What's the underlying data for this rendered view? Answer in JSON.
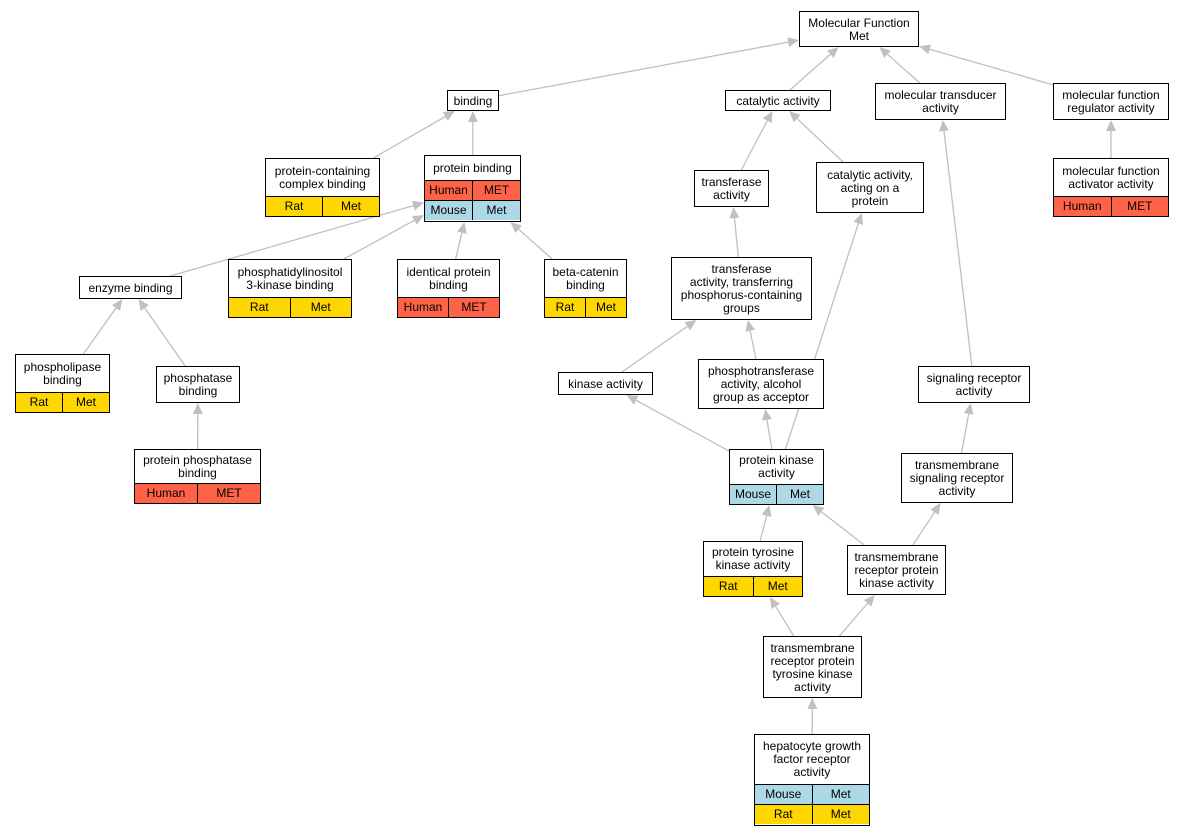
{
  "colors": {
    "edge": "#c0c0c0",
    "human": "#ff6347",
    "mouse": "#add8e6",
    "rat": "#ffd700",
    "border": "#000000"
  },
  "nodes": {
    "mf": {
      "label": "Molecular Function\nMet"
    },
    "binding": {
      "label": "binding"
    },
    "catalytic": {
      "label": "catalytic activity"
    },
    "transducer": {
      "label": "molecular transducer\nactivity"
    },
    "regulator": {
      "label": "molecular function\nregulator activity"
    },
    "complex": {
      "label": "protein-containing\ncomplex binding",
      "rows": [
        [
          {
            "text": "Rat",
            "color": "rat"
          },
          {
            "text": "Met",
            "color": "rat"
          }
        ]
      ]
    },
    "protein_binding": {
      "label": "protein binding",
      "rows": [
        [
          {
            "text": "Human",
            "color": "human"
          },
          {
            "text": "MET",
            "color": "human"
          }
        ],
        [
          {
            "text": "Mouse",
            "color": "mouse"
          },
          {
            "text": "Met",
            "color": "mouse"
          }
        ]
      ]
    },
    "transferase": {
      "label": "transferase\nactivity"
    },
    "cat_protein": {
      "label": "catalytic activity,\nacting on a\nprotein"
    },
    "activator": {
      "label": "molecular function\nactivator activity",
      "rows": [
        [
          {
            "text": "Human",
            "color": "human"
          },
          {
            "text": "MET",
            "color": "human"
          }
        ]
      ]
    },
    "enzyme": {
      "label": "enzyme binding"
    },
    "pi3k": {
      "label": "phosphatidylinositol\n3-kinase binding",
      "rows": [
        [
          {
            "text": "Rat",
            "color": "rat"
          },
          {
            "text": "Met",
            "color": "rat"
          }
        ]
      ]
    },
    "identical": {
      "label": "identical protein\nbinding",
      "rows": [
        [
          {
            "text": "Human",
            "color": "human"
          },
          {
            "text": "MET",
            "color": "human"
          }
        ]
      ]
    },
    "betacat": {
      "label": "beta-catenin\nbinding",
      "rows": [
        [
          {
            "text": "Rat",
            "color": "rat"
          },
          {
            "text": "Met",
            "color": "rat"
          }
        ]
      ]
    },
    "transf_p": {
      "label": "transferase\nactivity, transferring\nphosphorus-containing\ngroups"
    },
    "phospholipase": {
      "label": "phospholipase\nbinding",
      "rows": [
        [
          {
            "text": "Rat",
            "color": "rat"
          },
          {
            "text": "Met",
            "color": "rat"
          }
        ]
      ]
    },
    "phosphatase": {
      "label": "phosphatase\nbinding"
    },
    "kinase": {
      "label": "kinase activity"
    },
    "phosphotransf": {
      "label": "phosphotransferase\nactivity, alcohol\ngroup as acceptor"
    },
    "sig_receptor": {
      "label": "signaling receptor\nactivity"
    },
    "prot_phosphatase": {
      "label": "protein phosphatase\nbinding",
      "rows": [
        [
          {
            "text": "Human",
            "color": "human"
          },
          {
            "text": "MET",
            "color": "human"
          }
        ]
      ]
    },
    "pk": {
      "label": "protein kinase\nactivity",
      "rows": [
        [
          {
            "text": "Mouse",
            "color": "mouse"
          },
          {
            "text": "Met",
            "color": "mouse"
          }
        ]
      ]
    },
    "tm_sig": {
      "label": "transmembrane\nsignaling receptor\nactivity"
    },
    "ptk": {
      "label": "protein tyrosine\nkinase activity",
      "rows": [
        [
          {
            "text": "Rat",
            "color": "rat"
          },
          {
            "text": "Met",
            "color": "rat"
          }
        ]
      ]
    },
    "tm_rpk": {
      "label": "transmembrane\nreceptor protein\nkinase activity"
    },
    "tm_rptk": {
      "label": "transmembrane\nreceptor protein\ntyrosine kinase\nactivity"
    },
    "hgf": {
      "label": "hepatocyte growth\nfactor receptor\nactivity",
      "rows": [
        [
          {
            "text": "Mouse",
            "color": "mouse"
          },
          {
            "text": "Met",
            "color": "mouse"
          }
        ],
        [
          {
            "text": "Rat",
            "color": "rat"
          },
          {
            "text": "Met",
            "color": "rat"
          }
        ]
      ]
    }
  },
  "edges": [
    [
      "binding",
      "mf"
    ],
    [
      "catalytic",
      "mf"
    ],
    [
      "transducer",
      "mf"
    ],
    [
      "regulator",
      "mf"
    ],
    [
      "complex",
      "binding"
    ],
    [
      "protein_binding",
      "binding"
    ],
    [
      "transferase",
      "catalytic"
    ],
    [
      "cat_protein",
      "catalytic"
    ],
    [
      "activator",
      "regulator"
    ],
    [
      "enzyme",
      "protein_binding"
    ],
    [
      "pi3k",
      "protein_binding"
    ],
    [
      "identical",
      "protein_binding"
    ],
    [
      "betacat",
      "protein_binding"
    ],
    [
      "transf_p",
      "transferase"
    ],
    [
      "phospholipase",
      "enzyme"
    ],
    [
      "phosphatase",
      "enzyme"
    ],
    [
      "kinase",
      "transf_p"
    ],
    [
      "phosphotransf",
      "transf_p"
    ],
    [
      "sig_receptor",
      "transducer"
    ],
    [
      "prot_phosphatase",
      "phosphatase"
    ],
    [
      "pk",
      "kinase"
    ],
    [
      "pk",
      "phosphotransf"
    ],
    [
      "pk",
      "cat_protein"
    ],
    [
      "tm_sig",
      "sig_receptor"
    ],
    [
      "ptk",
      "pk"
    ],
    [
      "tm_rpk",
      "pk"
    ],
    [
      "tm_rpk",
      "tm_sig"
    ],
    [
      "tm_rptk",
      "ptk"
    ],
    [
      "tm_rptk",
      "tm_rpk"
    ],
    [
      "hgf",
      "tm_rptk"
    ]
  ]
}
